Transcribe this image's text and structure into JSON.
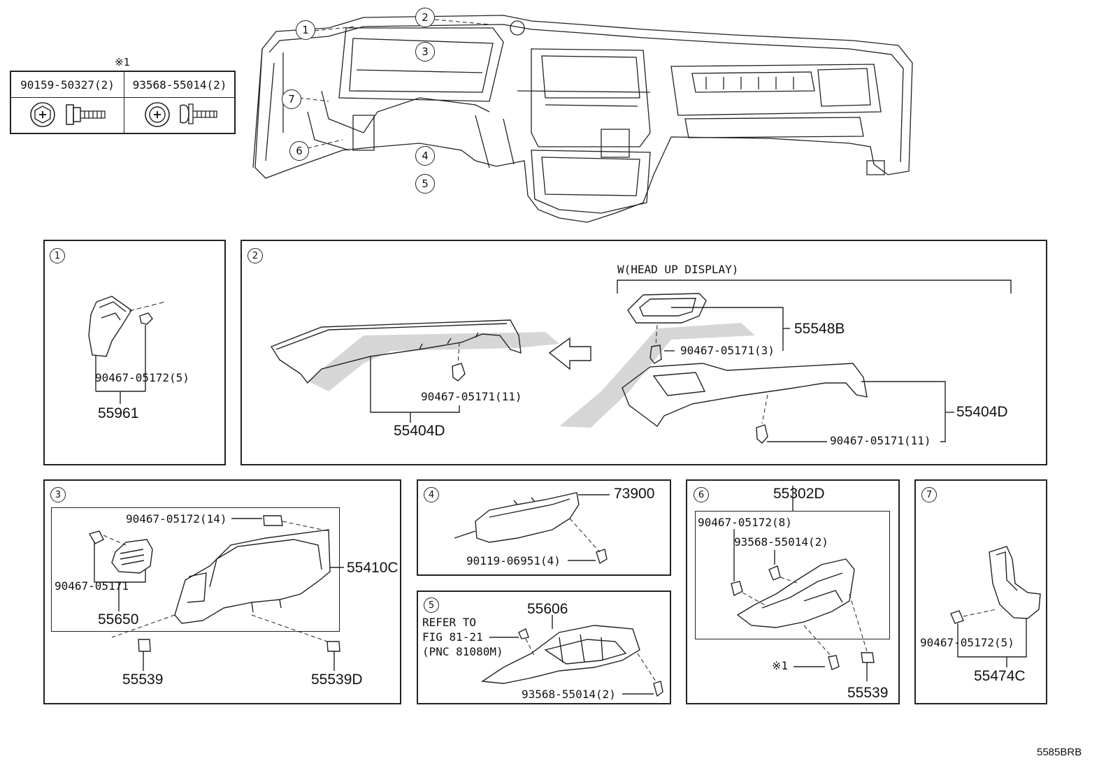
{
  "header_table": {
    "note_mark": "※1",
    "parts": [
      {
        "code": "90159-50327(2)"
      },
      {
        "code": "93568-55014(2)"
      }
    ]
  },
  "overview": {
    "callouts": [
      "1",
      "2",
      "3",
      "4",
      "5",
      "6",
      "7"
    ]
  },
  "panel1": {
    "num": "1",
    "clip": "90467-05172(5)",
    "part": "55961"
  },
  "panel2": {
    "num": "2",
    "condition": "W(HEAD UP DISPLAY)",
    "part_hud": "55548B",
    "clip_hud": "90467-05171(3)",
    "part_left": "55404D",
    "clip_left": "90467-05171(11)",
    "part_right": "55404D",
    "clip_right": "90467-05171(11)"
  },
  "panel3": {
    "num": "3",
    "clip_top": "90467-05172(14)",
    "clip_vent": "90467-05171",
    "vent": "55650",
    "cluster": "55410C",
    "pad_left": "55539",
    "pad_right": "55539D"
  },
  "panel4": {
    "num": "4",
    "part": "73900",
    "bolt": "90119-06951(4)"
  },
  "panel5": {
    "num": "5",
    "part": "55606",
    "refer_line1": "REFER TO",
    "refer_line2": "FIG 81-21",
    "refer_line3": "(PNC 81080M)",
    "screw": "93568-55014(2)"
  },
  "panel6": {
    "num": "6",
    "part": "55302D",
    "clip": "90467-05172(8)",
    "screw": "93568-55014(2)",
    "note_mark": "※1",
    "pad": "55539"
  },
  "panel7": {
    "num": "7",
    "clip": "90467-05172(5)",
    "part": "55474C"
  },
  "footer": {
    "fig_code": "5585BRB"
  }
}
